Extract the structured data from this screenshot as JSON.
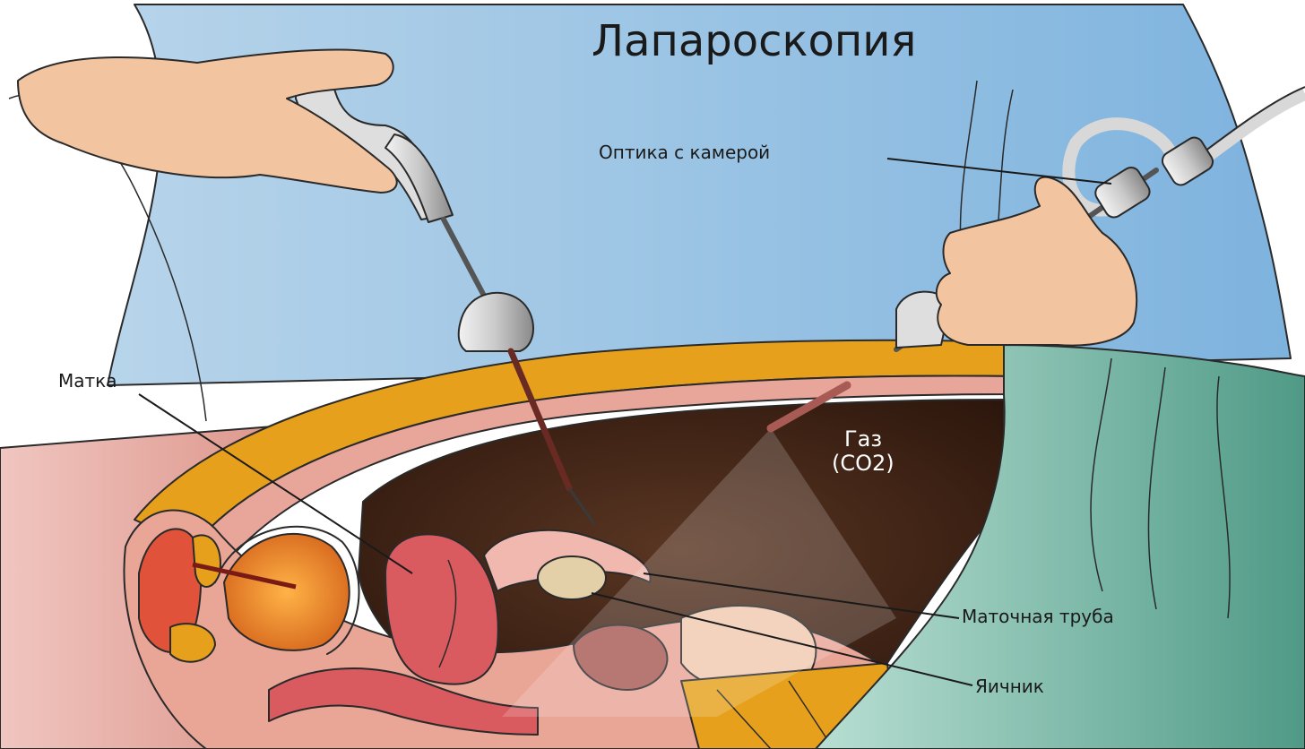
{
  "title": "Лапароскопия",
  "labels": {
    "optics": "Оптика с камерой",
    "uterus": "Матка",
    "gas_line1": "Газ",
    "gas_line2": "(CO2)",
    "fallopian_tube": "Маточная труба",
    "ovary": "Яичник"
  },
  "colors": {
    "background_drape": "#a9cbe6",
    "surgeon_coat": "#bcd8ef",
    "skin": "#f2c4a0",
    "abdominal_wall_fat": "#e6a01c",
    "cavity_gas": "#3e2416",
    "uterus": "#d95a5f",
    "ovary": "#e3d0a8",
    "green_drape": "#7fbaa5"
  },
  "icons": {
    "instrument": "trocar-icon",
    "camera": "laparoscope-icon"
  }
}
